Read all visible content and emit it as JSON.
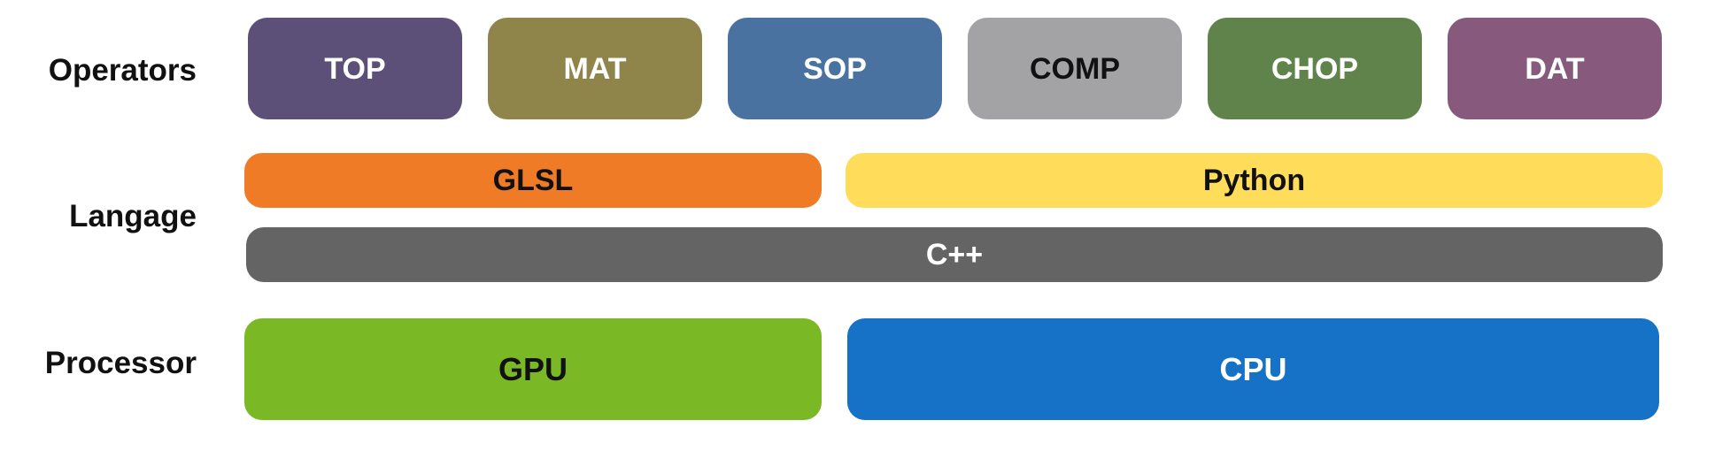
{
  "labels": {
    "operators": "Operators",
    "language": "Langage",
    "processor": "Processor"
  },
  "operators": [
    {
      "name": "TOP",
      "color": "#5c5078",
      "text_color": "#ffffff"
    },
    {
      "name": "MAT",
      "color": "#8f854a",
      "text_color": "#ffffff"
    },
    {
      "name": "SOP",
      "color": "#4a72a0",
      "text_color": "#ffffff"
    },
    {
      "name": "COMP",
      "color": "#a3a3a6",
      "text_color": "#111111"
    },
    {
      "name": "CHOP",
      "color": "#5f834b",
      "text_color": "#ffffff"
    },
    {
      "name": "DAT",
      "color": "#875a7d",
      "text_color": "#ffffff"
    }
  ],
  "languages": {
    "glsl": {
      "name": "GLSL",
      "color": "#f07b26",
      "text_color": "#111111"
    },
    "python": {
      "name": "Python",
      "color": "#ffdc5a",
      "text_color": "#111111"
    },
    "cpp": {
      "name": "C++",
      "color": "#646464",
      "text_color": "#ffffff"
    }
  },
  "processors": {
    "gpu": {
      "name": "GPU",
      "color": "#7ab826",
      "text_color": "#111111"
    },
    "cpu": {
      "name": "CPU",
      "color": "#1672c6",
      "text_color": "#ffffff"
    }
  }
}
